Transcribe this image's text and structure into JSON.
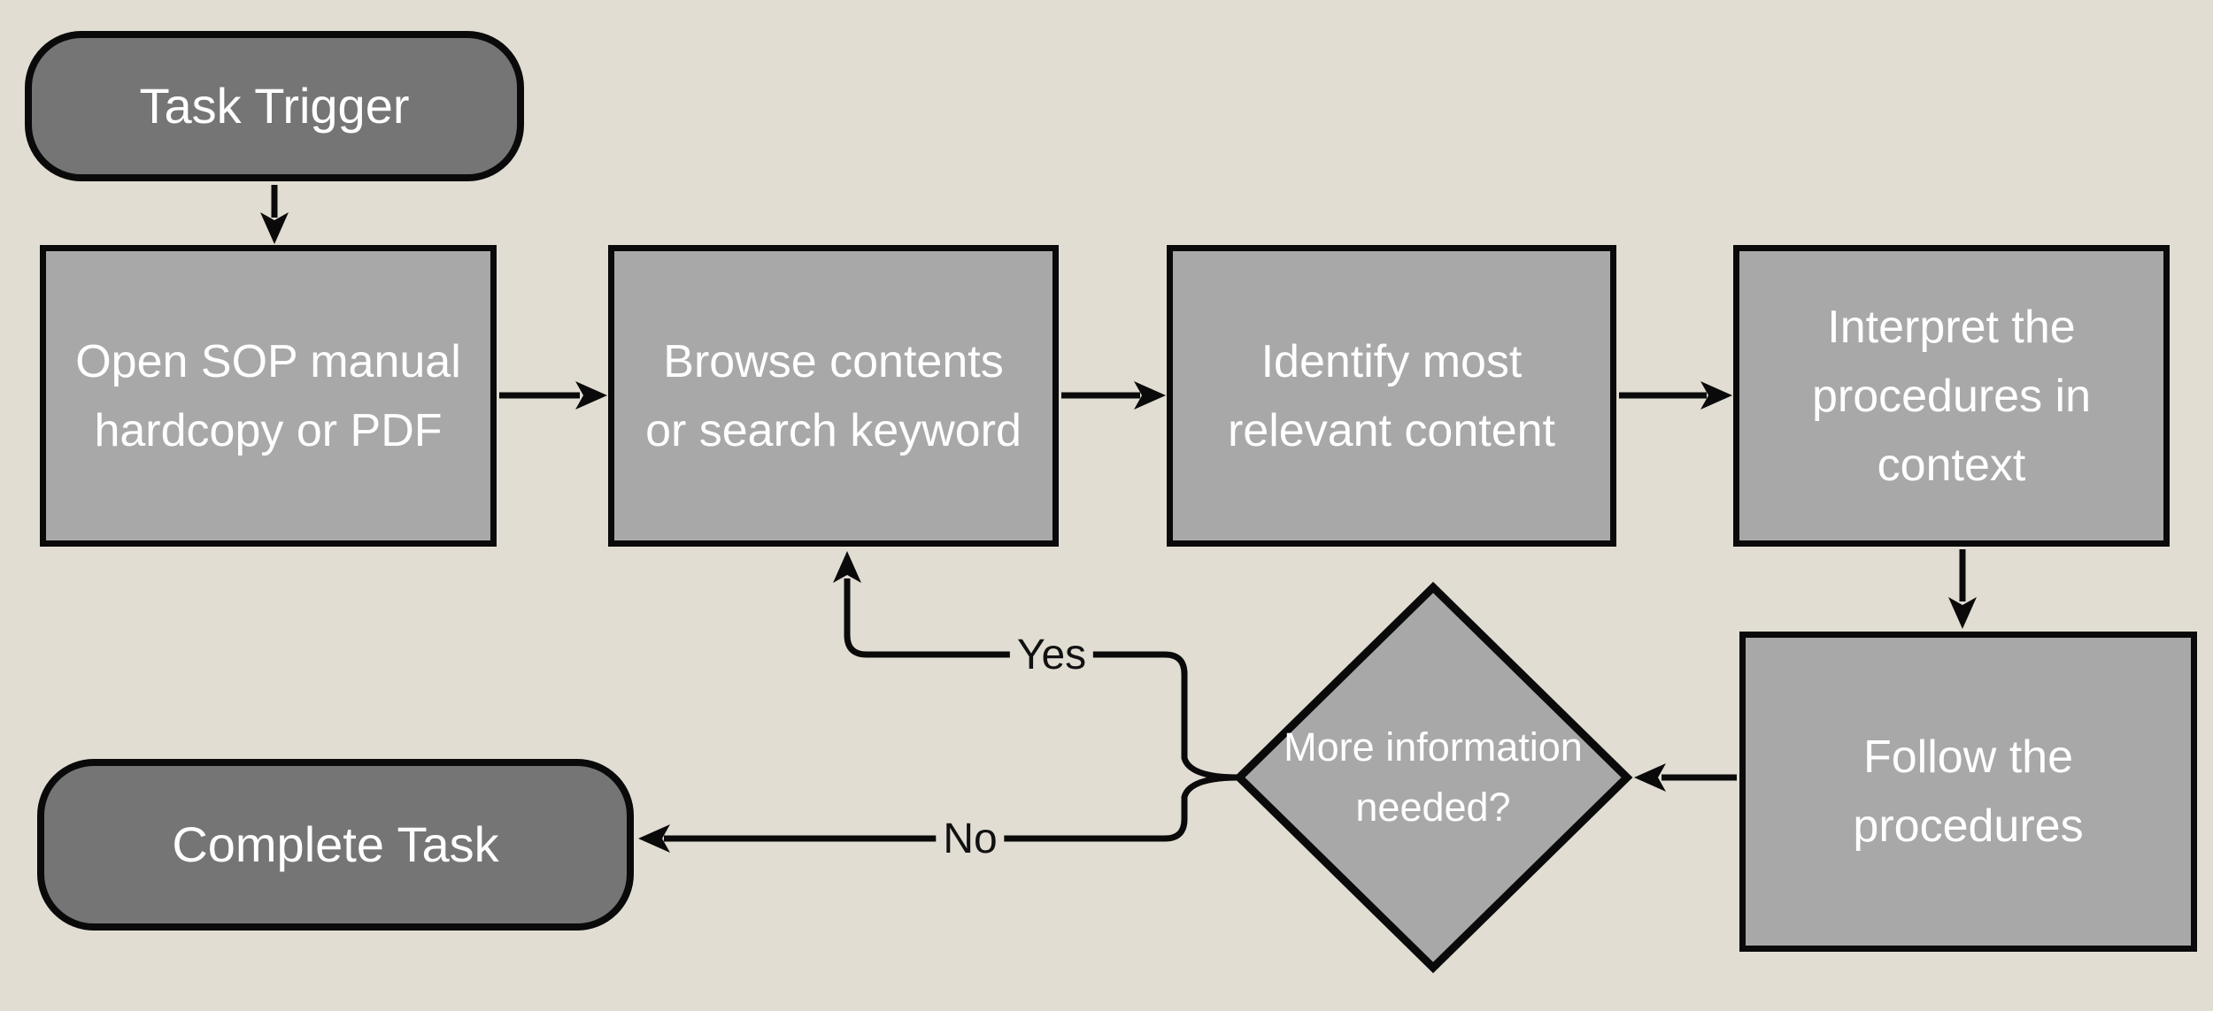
{
  "palette": {
    "page_bg": "#e1ddd3",
    "process_fill": "#a8a8a8",
    "terminal_fill": "#757575",
    "outline": "#0a0a0a",
    "node_text": "#ffffff",
    "edge_label_text": "#111111"
  },
  "nodes": {
    "task_trigger": {
      "type": "start-terminal",
      "label": "Task Trigger"
    },
    "open_sop": {
      "type": "process",
      "lines": [
        "Open SOP manual",
        "hardcopy or PDF"
      ]
    },
    "browse": {
      "type": "process",
      "lines": [
        "Browse contents",
        "or search keyword"
      ]
    },
    "identify": {
      "type": "process",
      "lines": [
        "Identify most",
        "relevant content"
      ]
    },
    "interpret": {
      "type": "process",
      "lines": [
        "Interpret the",
        "procedures in",
        "context"
      ]
    },
    "follow": {
      "type": "process",
      "lines": [
        "Follow the",
        "procedures"
      ]
    },
    "decision": {
      "type": "decision",
      "lines": [
        "More",
        "information",
        "needed?"
      ]
    },
    "complete": {
      "type": "end-terminal",
      "label": "Complete Task"
    }
  },
  "edge_labels": {
    "yes": "Yes",
    "no": "No"
  }
}
